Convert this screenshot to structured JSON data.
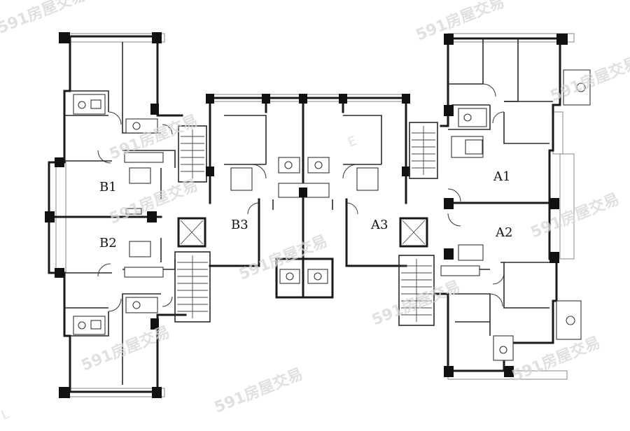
{
  "units": [
    {
      "id": "B1",
      "label": "B1"
    },
    {
      "id": "B2",
      "label": "B2"
    },
    {
      "id": "B3",
      "label": "B3"
    },
    {
      "id": "A3",
      "label": "A3"
    },
    {
      "id": "A1",
      "label": "A1"
    },
    {
      "id": "A2",
      "label": "A2"
    }
  ],
  "watermark": {
    "text": "591房屋交易",
    "letter_e": "E",
    "letter_l": "L"
  },
  "colors": {
    "wall": "#1a1a1a",
    "background": "#ffffff",
    "watermark": "#d6d6d6"
  }
}
